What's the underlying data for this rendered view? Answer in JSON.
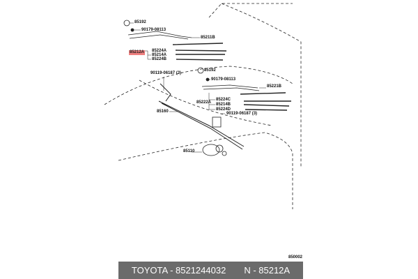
{
  "labels": {
    "p85192_a": "85192",
    "p90179_a": "90179-08113",
    "p85211B": "85211B",
    "p85212A": "85212A",
    "p85224A": "85224A",
    "p85214A": "85214A",
    "p85224B": "85224B",
    "p90119_a": "90119-06187 (3)",
    "p85192_b": "85192",
    "p90179_b": "90179-08113",
    "p85221B": "85221B",
    "p85222A": "85222A",
    "p85224C": "85224C",
    "p85214B": "85214B",
    "p85224D": "85224D",
    "p90119_b": "90119-06187 (3)",
    "p85160": "85160",
    "p85110": "85110",
    "diagram_id": "850002"
  },
  "footer": {
    "brand_part": "TOYOTA - 8521244032",
    "ref": "N - 85212A"
  },
  "colors": {
    "highlight": "#f08080",
    "footer_bg": "#6b6b6b"
  }
}
